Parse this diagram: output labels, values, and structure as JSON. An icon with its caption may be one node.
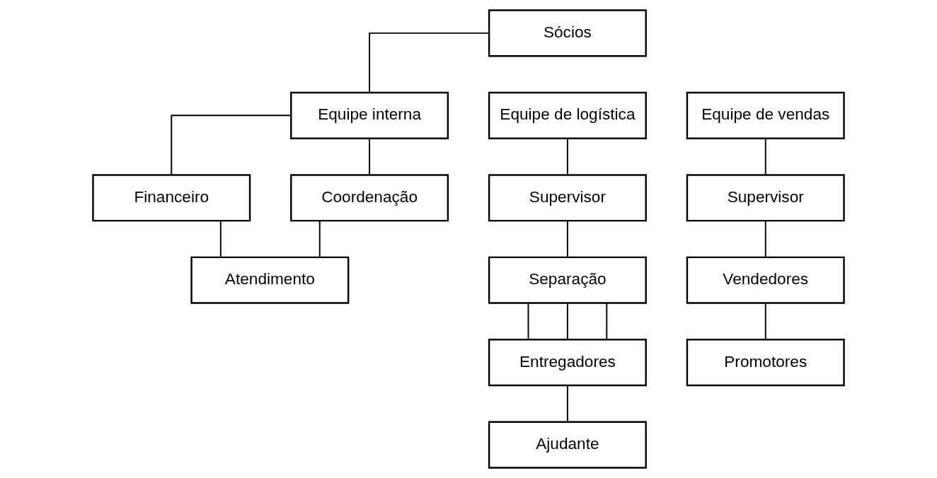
{
  "diagram": {
    "nodes": [
      {
        "text": [
          "Sócios"
        ]
      },
      {
        "text": [
          "Equipe interna"
        ]
      },
      {
        "text": [
          "Equipe de logística"
        ]
      },
      {
        "text": [
          "Equipe de vendas"
        ]
      },
      {
        "text": [
          "Financeiro"
        ]
      },
      {
        "text": [
          "Coordenação"
        ]
      },
      {
        "text": [
          "Atendimento"
        ]
      },
      {
        "text": [
          "Supervisor"
        ]
      },
      {
        "text": [
          "Separação"
        ]
      },
      {
        "text": [
          "Entregadores"
        ]
      },
      {
        "text": [
          "Ajudante"
        ]
      },
      {
        "text": [
          "Supervisor"
        ]
      },
      {
        "text": [
          "Vendedores"
        ]
      },
      {
        "text": [
          "Promotores"
        ]
      }
    ],
    "edges": [
      {
        "from": 0,
        "to": 1,
        "arrow": "none"
      },
      {
        "from": 1,
        "to": 4,
        "arrow": "none"
      },
      {
        "from": 1,
        "to": 5,
        "arrow": "none"
      },
      {
        "from": 4,
        "to": 6,
        "arrow": "none"
      },
      {
        "from": 5,
        "to": 6,
        "arrow": "none"
      },
      {
        "from": 2,
        "to": 7,
        "arrow": "none"
      },
      {
        "from": 7,
        "to": 8,
        "arrow": "none"
      },
      {
        "from": 8,
        "to": 9,
        "arrow": "none"
      },
      {
        "from": 8,
        "to": 9,
        "arrow": "none"
      },
      {
        "from": 8,
        "to": 9,
        "arrow": "none"
      },
      {
        "from": 9,
        "to": 10,
        "arrow": "none"
      },
      {
        "from": 3,
        "to": 11,
        "arrow": "none"
      },
      {
        "from": 11,
        "to": 12,
        "arrow": "none"
      },
      {
        "from": 12,
        "to": 13,
        "arrow": "none"
      }
    ]
  }
}
